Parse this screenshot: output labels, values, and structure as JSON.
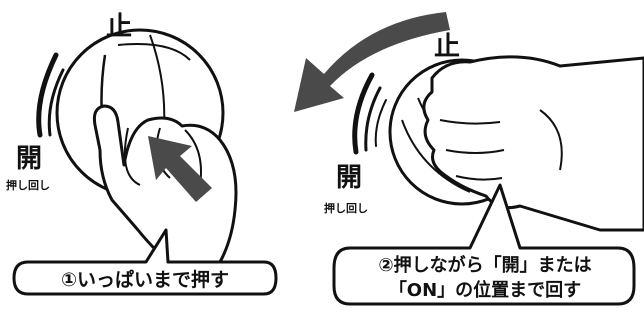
{
  "left_panel": {
    "stop_label": "止",
    "open_label": "開",
    "push_turn_label": "押し回し",
    "instruction": "①いっぱいまで押す"
  },
  "right_panel": {
    "stop_label": "止",
    "open_label": "開",
    "push_turn_label": "押し回し",
    "instruction_line1": "②押しながら「開」または",
    "instruction_line2": "「ON」の位置まで回す"
  },
  "colors": {
    "ink": "#111111",
    "arrow": "#4a4a4a",
    "paper": "#ffffff"
  }
}
